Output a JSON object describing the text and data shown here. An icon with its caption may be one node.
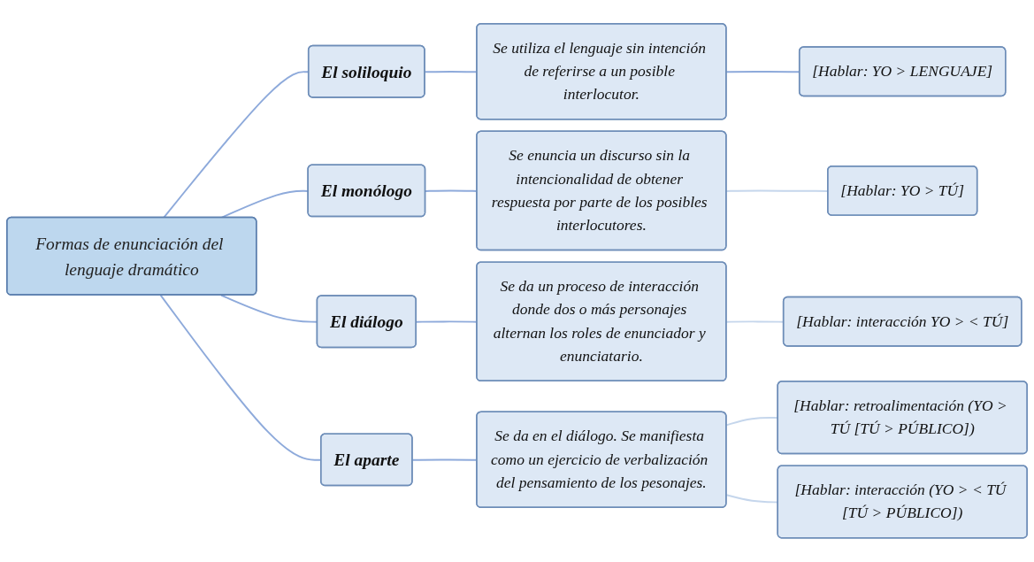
{
  "diagram": {
    "nodes": [
      {
        "text": [
          "Formas de enunciación del lenguaje dramático"
        ]
      },
      {
        "text": [
          "El soliloquio"
        ]
      },
      {
        "text": [
          "Se utiliza el lenguaje sin intención de referirse a un posible interlocutor."
        ]
      },
      {
        "text": [
          "[Hablar: YO > LENGUAJE]"
        ]
      },
      {
        "text": [
          "El monólogo"
        ]
      },
      {
        "text": [
          "Se enuncia un discurso sin la intencionalidad de obtener respuesta por parte de los posibles interlocutores."
        ]
      },
      {
        "text": [
          "[Hablar: YO > TÚ]"
        ]
      },
      {
        "text": [
          "El diálogo"
        ]
      },
      {
        "text": [
          "Se da un proceso de interacción donde dos o más personajes alternan los roles de enunciador y enunciatario."
        ]
      },
      {
        "text": [
          "[Hablar: interacción YO > < TÚ]"
        ]
      },
      {
        "text": [
          "El aparte"
        ]
      },
      {
        "text": [
          "Se da en el diálogo. Se manifiesta como un ejercicio de verbalización del pensamiento de los pesonajes."
        ]
      },
      {
        "text": [
          "[Hablar: retroalimentación (YO > TÚ [TÚ > PÚBLICO])"
        ]
      },
      {
        "text": [
          "[Hablar: interacción (YO > < TÚ [TÚ > PÚBLICO])"
        ]
      }
    ],
    "edges": [
      {
        "from": 0,
        "to": 1,
        "arrow": "none"
      },
      {
        "from": 0,
        "to": 4,
        "arrow": "none"
      },
      {
        "from": 0,
        "to": 7,
        "arrow": "none"
      },
      {
        "from": 0,
        "to": 10,
        "arrow": "none"
      },
      {
        "from": 1,
        "to": 2,
        "arrow": "none"
      },
      {
        "from": 2,
        "to": 3,
        "arrow": "none"
      },
      {
        "from": 4,
        "to": 5,
        "arrow": "none"
      },
      {
        "from": 5,
        "to": 6,
        "arrow": "none",
        "color": "#c5d6ec"
      },
      {
        "from": 7,
        "to": 8,
        "arrow": "none"
      },
      {
        "from": 8,
        "to": 9,
        "arrow": "none",
        "color": "#c5d6ec"
      },
      {
        "from": 10,
        "to": 11,
        "arrow": "none"
      },
      {
        "from": 11,
        "to": 12,
        "arrow": "none",
        "color": "#c5d6ec"
      },
      {
        "from": 11,
        "to": 13,
        "arrow": "none",
        "color": "#c5d6ec"
      }
    ]
  }
}
